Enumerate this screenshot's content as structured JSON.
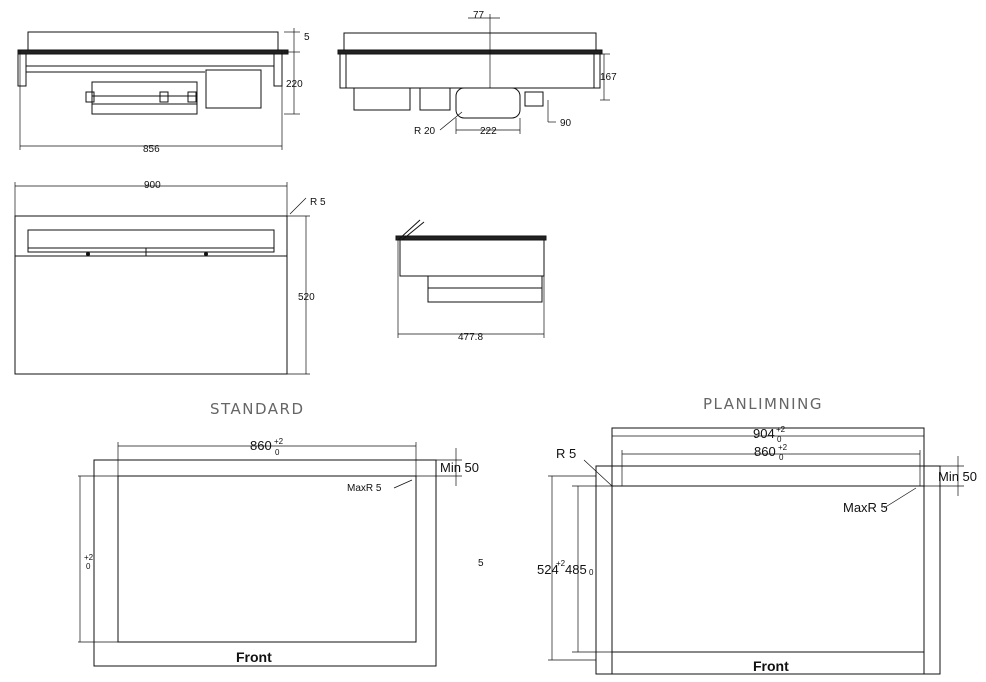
{
  "views": {
    "front": {
      "height_top": "5",
      "height": "220",
      "width": "856"
    },
    "side": {
      "offset": "77",
      "height": "167",
      "depth": "90",
      "radius": "R 20",
      "duct": "222"
    },
    "top": {
      "width": "900",
      "depth": "520",
      "radius": "R 5"
    },
    "section": {
      "width": "477.8"
    }
  },
  "standard": {
    "title": "STANDARD",
    "width": "860",
    "tol_top": "+2",
    "tol_bottom": "0",
    "min": "Min 50",
    "max_radius": "MaxR 5",
    "front": "Front",
    "partial_tol_top": "+2",
    "partial_tol_bottom": "0",
    "partial_mark": "5"
  },
  "planlimning": {
    "title": "PLANLIMNING",
    "outer_width": "904",
    "outer_tol_top": "+2",
    "outer_tol_bottom": "0",
    "inner_width": "860",
    "inner_tol_top": "+2",
    "inner_tol_bottom": "0",
    "radius": "R 5",
    "min": "Min 50",
    "max_radius": "MaxR 5",
    "outer_depth": "524",
    "inner_depth": "485",
    "depth_tol_top": "+2",
    "depth_tol_bottom": "0",
    "front": "Front"
  }
}
